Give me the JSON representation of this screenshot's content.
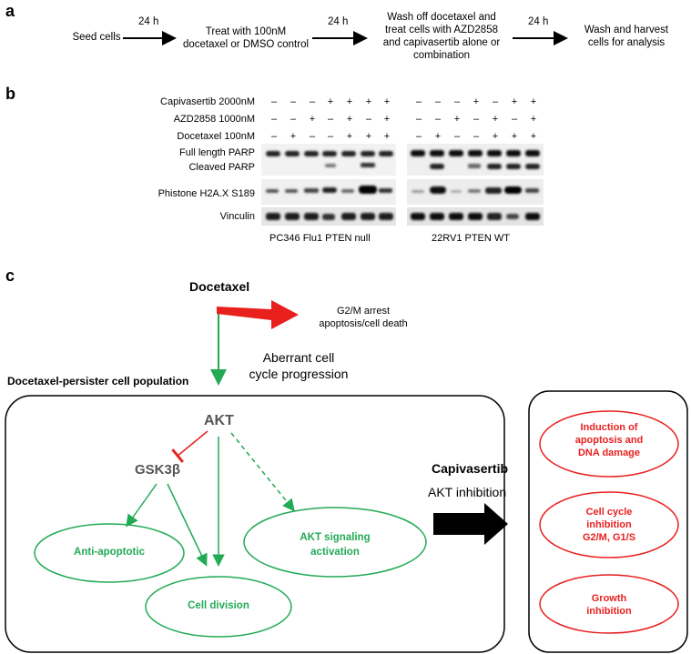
{
  "panel_a": {
    "letter": "a",
    "steps": [
      "Seed cells",
      "Treat with  100nM docetaxel or DMSO control",
      "Wash off docetaxel and treat cells with AZD2858 and capivasertib alone or combination",
      "Wash and harvest cells for analysis"
    ],
    "step_lines": [
      [
        "Seed cells"
      ],
      [
        "Treat with  100nM",
        "docetaxel or DMSO control"
      ],
      [
        "Wash off docetaxel and",
        "treat cells with AZD2858",
        "and capivasertib alone or",
        "combination"
      ],
      [
        "Wash and harvest",
        "cells for analysis"
      ]
    ],
    "durations": [
      "24 h",
      "24 h",
      "24 h"
    ]
  },
  "panel_b": {
    "letter": "b",
    "conditions": [
      {
        "label": "Capivasertib 2000nM",
        "left": [
          "–",
          "–",
          "–",
          "+",
          "+",
          "+",
          "+"
        ],
        "right": [
          "–",
          "–",
          "–",
          "+",
          "–",
          "+",
          "+"
        ]
      },
      {
        "label": "AZD2858 1000nM",
        "left": [
          "–",
          "–",
          "+",
          "–",
          "+",
          "–",
          "+"
        ],
        "right": [
          "–",
          "–",
          "+",
          "–",
          "+",
          "–",
          "+"
        ]
      },
      {
        "label": "Docetaxel 100nM",
        "left": [
          "–",
          "+",
          "–",
          "–",
          "+",
          "+",
          "+"
        ],
        "right": [
          "–",
          "+",
          "–",
          "–",
          "+",
          "+",
          "+"
        ]
      }
    ],
    "blot_labels": [
      "Full length PARP",
      "Cleaved PARP",
      "Phistone H2A.X S189",
      "Vinculin"
    ],
    "cell_lines": [
      "PC346 Flu1 PTEN null",
      "22RV1 PTEN WT"
    ]
  },
  "panel_c": {
    "letter": "c",
    "docetaxel": "Docetaxel",
    "arrest_lines": [
      "G2/M arrest",
      "apoptosis/cell death"
    ],
    "aberrant_lines": [
      "Aberrant cell",
      "cycle progression"
    ],
    "persister": "Docetaxel-persister cell population",
    "akt": "AKT",
    "gsk": "GSK3β",
    "ellipses": {
      "anti": "Anti-apoptotic",
      "division": "Cell division",
      "signaling_lines": [
        "AKT signaling",
        "activation"
      ]
    },
    "capivasertib": "Capivasertib",
    "akt_inhibition": "AKT inhibition",
    "outcomes": [
      [
        "Induction of",
        "apoptosis and",
        "DNA damage"
      ],
      [
        "Cell cycle",
        "inhibition",
        "G2/M, G1/S"
      ],
      [
        "Growth",
        "inhibition"
      ]
    ],
    "colors": {
      "green": "#22aa55",
      "red": "#e8211f",
      "gray": "#555555"
    }
  }
}
